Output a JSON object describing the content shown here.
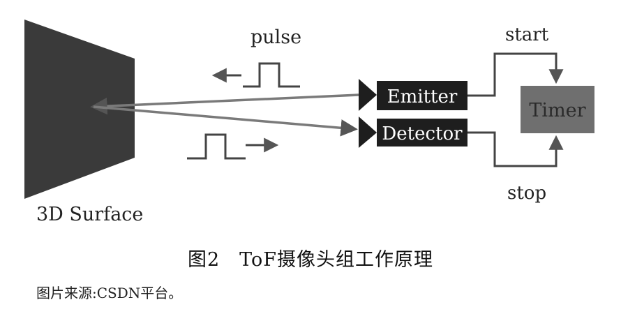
{
  "diagram": {
    "surface_label": "3D Surface",
    "pulse_label": "pulse",
    "emitter_label": "Emitter",
    "detector_label": "Detector",
    "timer_label": "Timer",
    "start_label": "start",
    "stop_label": "stop",
    "colors": {
      "surface": "#3a3a3a",
      "box": "#1e1e1e",
      "timer": "#6f6f6f",
      "line": "#757575"
    }
  },
  "figure": {
    "caption": "图2　ToF摄像头组工作原理",
    "source": "图片来源:CSDN平台。"
  }
}
